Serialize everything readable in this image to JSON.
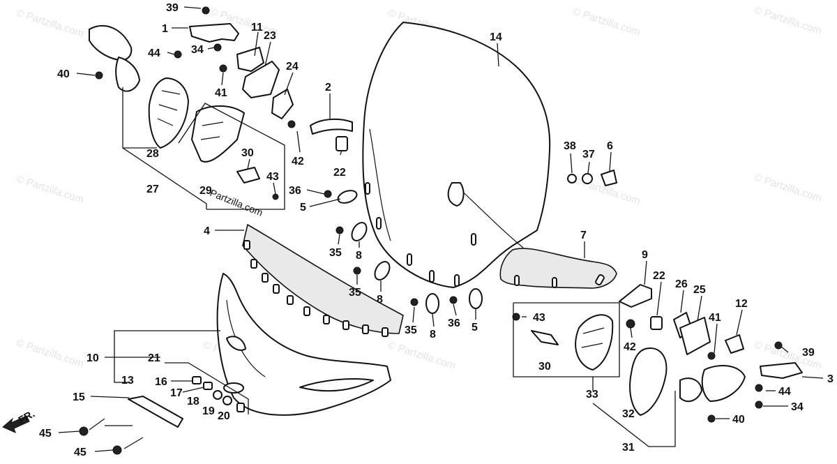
{
  "watermark": {
    "text": "© Partzilla.com"
  },
  "brand_stamp": "Partzilla.com",
  "direction_label": "FR.",
  "callouts": {
    "c39a": "39",
    "c1": "1",
    "c44a": "44",
    "c34a": "34",
    "c40a": "40",
    "c11": "11",
    "c23": "23",
    "c24": "24",
    "c41a": "41",
    "c14": "14",
    "c2": "2",
    "c28": "28",
    "c27": "27",
    "c30a": "30",
    "c43a": "43",
    "c29": "29",
    "c42a": "42",
    "c22a": "22",
    "c36a": "36",
    "c5a": "5",
    "c38": "38",
    "c37": "37",
    "c6": "6",
    "c4": "4",
    "c35a": "35",
    "c8a": "8",
    "c35b": "35",
    "c8b": "8",
    "c7": "7",
    "c35c": "35",
    "c8c": "8",
    "c36b": "36",
    "c5b": "5",
    "c9": "9",
    "c22b": "22",
    "c26": "26",
    "c25": "25",
    "c41b": "41",
    "c12": "12",
    "c43b": "43",
    "c42b": "42",
    "c30b": "30",
    "c39b": "39",
    "c3": "3",
    "c44b": "44",
    "c34b": "34",
    "c40b": "40",
    "c33": "33",
    "c32": "32",
    "c31": "31",
    "c10": "10",
    "c21": "21",
    "c13": "13",
    "c16": "16",
    "c17": "17",
    "c18": "18",
    "c19": "19",
    "c20": "20",
    "c15": "15",
    "c45a": "45",
    "c45b": "45"
  }
}
